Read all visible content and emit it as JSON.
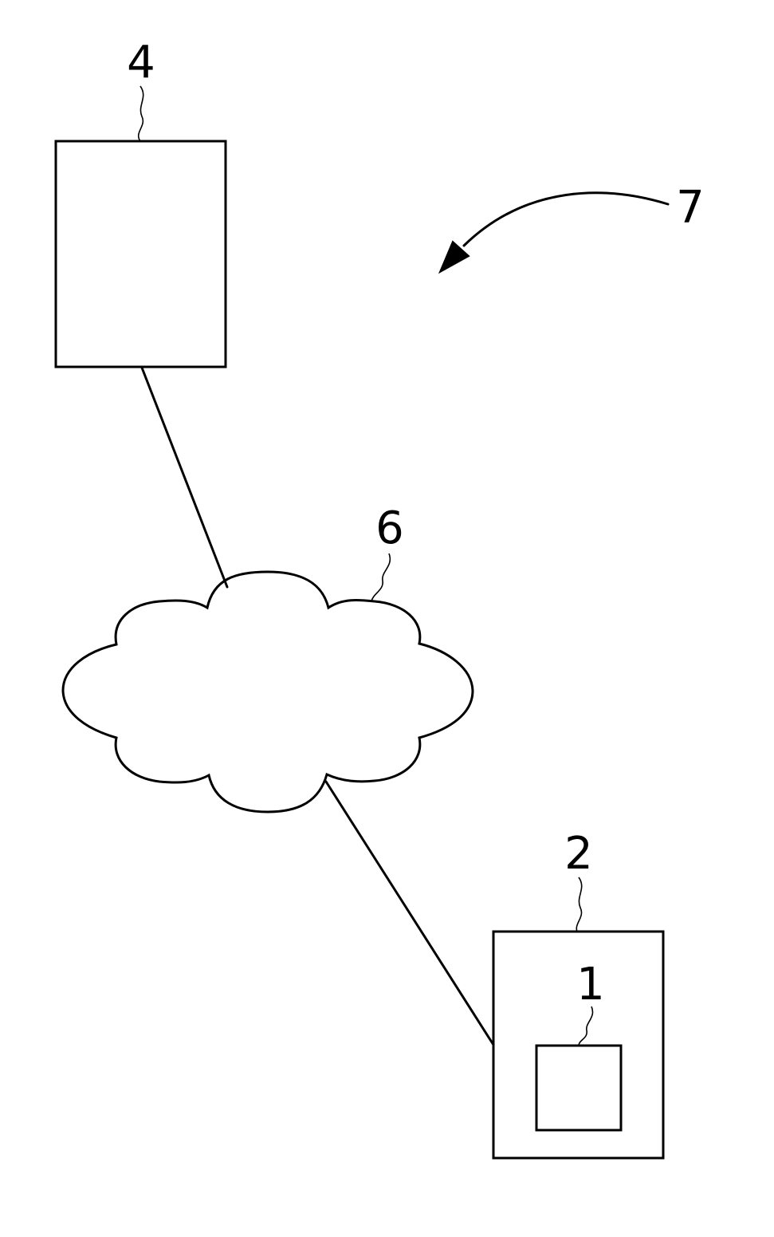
{
  "figure": {
    "ref_labels": {
      "server": "4",
      "system": "7",
      "network": "6",
      "device": "2",
      "component": "1"
    }
  }
}
